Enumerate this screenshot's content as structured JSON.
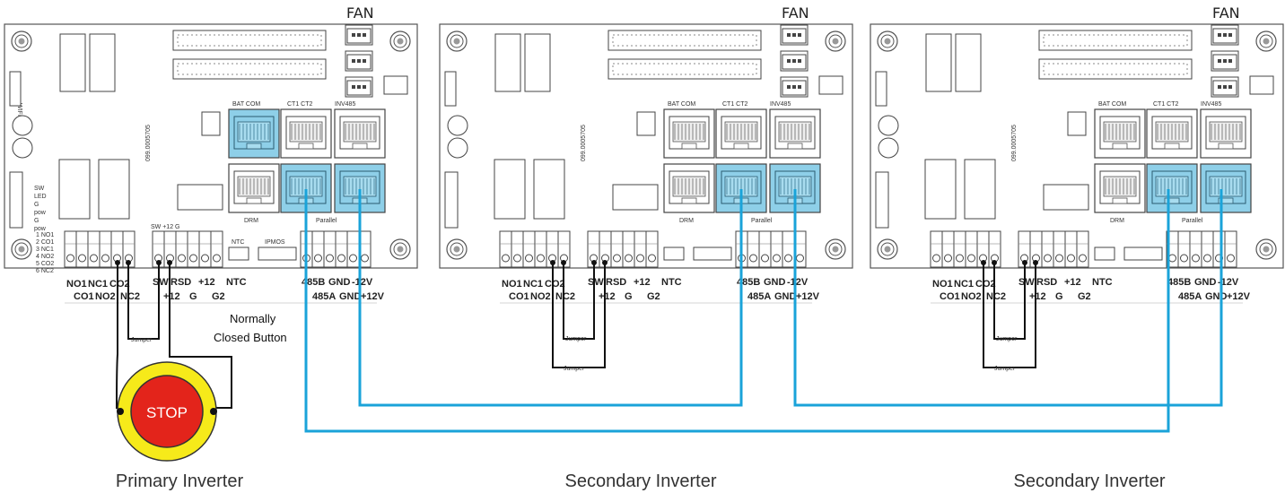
{
  "board": {
    "fan": "FAN",
    "wifi": "WIFI",
    "bat_com": "BAT COM",
    "ct": "CT1  CT2",
    "inv485": "INV485",
    "drm": "DRM",
    "parallel": "Parallel",
    "rsd_side": "RSD",
    "serial": "099.0005705",
    "ntc_small": "NTC",
    "ipmos": "IPMOS",
    "ntc_big": "NTC",
    "rsd_pins": [
      "SW",
      "LED",
      "G",
      "pow",
      "G",
      "pow"
    ],
    "relay_pins": [
      "1 NO1",
      "2 CO1",
      "3 NC1",
      "4 NO2",
      "5 CO2",
      "6 NC2"
    ],
    "sw_header": "SW +12  G",
    "term_top": [
      "NO1",
      "NC1",
      "CO2",
      "",
      "SW",
      "RSD",
      "+12",
      "",
      "485B",
      "GND",
      "-12V"
    ],
    "term_bot": [
      "CO1",
      "NO2",
      "NC2",
      "+12",
      "G",
      "G2",
      "485A",
      "GND",
      "+12V"
    ]
  },
  "wiring": {
    "jumper": "Jumper",
    "note_line1": "Normally",
    "note_line2": "Closed Button",
    "stop": "STOP"
  },
  "colors": {
    "cable": "#1aa3d9",
    "port_fill": "#8ecfe8",
    "stop_outer": "#f6ea1a",
    "stop_inner": "#e3241b"
  },
  "captions": [
    "Primary Inverter",
    "Secondary Inverter",
    "Secondary Inverter"
  ]
}
